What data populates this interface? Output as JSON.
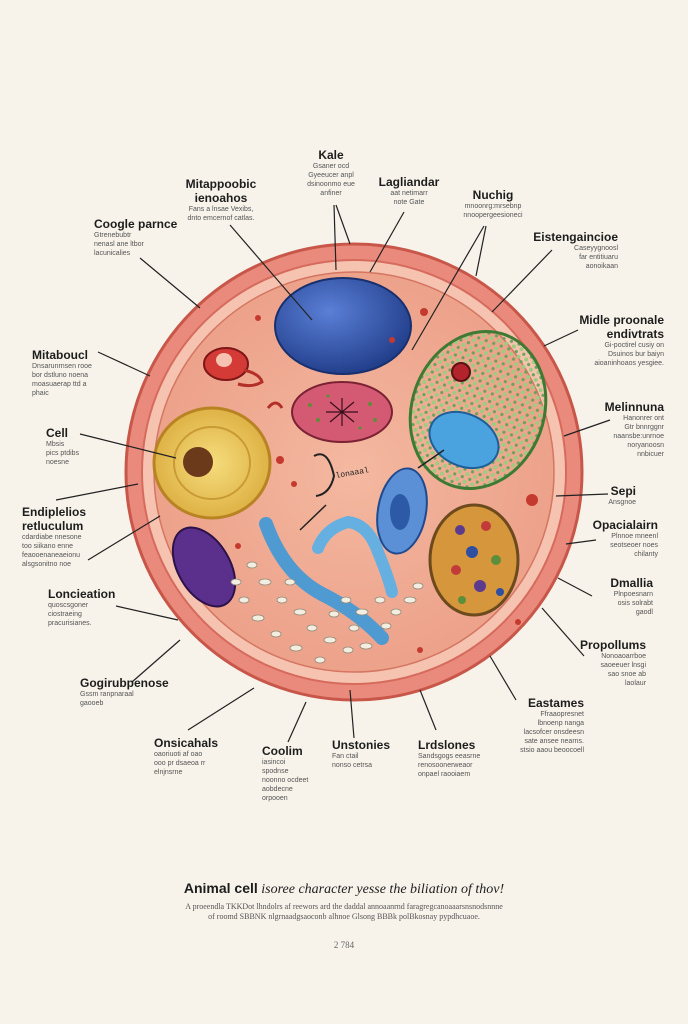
{
  "colors": {
    "paper": "#f7f3ea",
    "membrane": "#e98a7c",
    "cytoplasm": "#f0ab95",
    "nucleus": "#2f4fa3",
    "chloroplast": "#7fb66b",
    "golgi": "#6aa7d6",
    "mitochondrion": "#e6c24d"
  },
  "labels": {
    "kale": {
      "title": "Kale",
      "desc": "Gsaner ocd\nGyeeucer anpl\ndsinoonmo eue\nanfiner"
    },
    "mitappoobic": {
      "title": "Mitappoobic\nienoahos",
      "desc": "Fans a lnsae Vexibs,\ndnto emcernof catlas."
    },
    "lagliandar": {
      "title": "Lagliandar",
      "desc": "aat netimarr\nnote Gate"
    },
    "nuchig": {
      "title": "Nuchig",
      "desc": "mnoonrg:mrsebnp\nnnoopergeesioneci"
    },
    "coogle": {
      "title": "Coogle parnce",
      "desc": "Gtrenebubtr\nnenasl ane ltbor\nlacunicalies"
    },
    "eistengaincioe": {
      "title": "Eistengaincioe",
      "desc": "Caseyygnoosl\nfar entitiuaru\naonoikaan"
    },
    "midle": {
      "title": "Midle proonale\nendivtrats",
      "desc": "Gi-poctirel cusiy on\nDsuinos bur baiyn\naioaninhoaos yesgiee."
    },
    "mitaboucl": {
      "title": "Mitaboucl",
      "desc": "Dnsarunrnsen rooe\nbor dstluno noena\nmoasuaerap ttd a\nphaic"
    },
    "melinnuna": {
      "title": "Melinnuna",
      "desc": "Hanonrer ont\nGtr bnnrggnr\nnaansbe:unrnoe\nnoryanoosn\nnnbicuer"
    },
    "cell": {
      "title": "Cell",
      "desc": "Mbsis\npics ptdibs\nnoesne"
    },
    "sepi": {
      "title": "Sepi",
      "desc": "Ansgnoe"
    },
    "endiplelios": {
      "title": "Endiplelios\nretluculum",
      "desc": "cdardiabe nnesone\ntoo siikano enne\nfeaooenaneaeionu\nalsgsonitno noe"
    },
    "opacialairn": {
      "title": "Opacialairn",
      "desc": "Plnnoe mneenl\nseotseoer noes\nchilanty"
    },
    "loncieation": {
      "title": "Loncieation",
      "desc": "quoscsgoner\nciostraeing\npracurisianes."
    },
    "dmalia": {
      "title": "Dmallia",
      "desc": "Plnpoesnarn\nosis solrabt\ngaodl"
    },
    "propollums": {
      "title": "Propollums",
      "desc": "Nonoaoarrboe\nsaoeeuer lnsgi\nsao snoe ab\nlaolaur"
    },
    "gogirubenose": {
      "title": "Gogirubpenose",
      "desc": "Gssm ranpnaraal\ngaooeb"
    },
    "eastames": {
      "title": "Eastames",
      "desc": "Ffraaopresnet\nlbnoenp nanga\nlacsofcer onsdeesn\nsate ansee nearns.\nstsio aaou beoocoell"
    },
    "onsicahals": {
      "title": "Onsicahals",
      "desc": "oaoriuoti af oao\nooo pr dsaeoa rr\nelnjnsrne"
    },
    "coolim": {
      "title": "Coolim",
      "desc": "iasincoi\nspodnse\nnoonno ocdeet\naobdecne\norpooen"
    },
    "unstonies": {
      "title": "Unstonies",
      "desc": "Fan ctail\nnonso cetrsa"
    },
    "lrdslones": {
      "title": "Lrdslones",
      "desc": "Sandsgogs eeasrne\nrenosoonerweaor\nonpael raooiaem"
    }
  },
  "annotation": "lonaaal",
  "caption": {
    "title_bold": "Animal cell",
    "title_italic": " isoree character yesse the biliation of thov!",
    "desc": "A  proeendla  TKKDot lhndolrs  af  reewors  ard  the  daddal annoaanrnd  faragregcanoaaarsnsnodsnnne\nof  roomd  SBBNK  nlgrnaadgsaoconb  alhnoe  Glsong  BBBk  polBkosnay  pypdhcuaoe.",
    "page_number": "2 784"
  }
}
